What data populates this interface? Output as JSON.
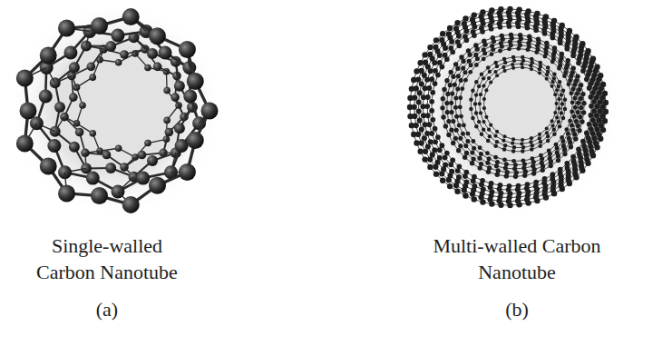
{
  "diagram": {
    "labels": [
      "Single-walled Carbon Nanotube",
      "(a)",
      "Multi-walled Carbon Nanotube",
      "(b)"
    ]
  }
}
